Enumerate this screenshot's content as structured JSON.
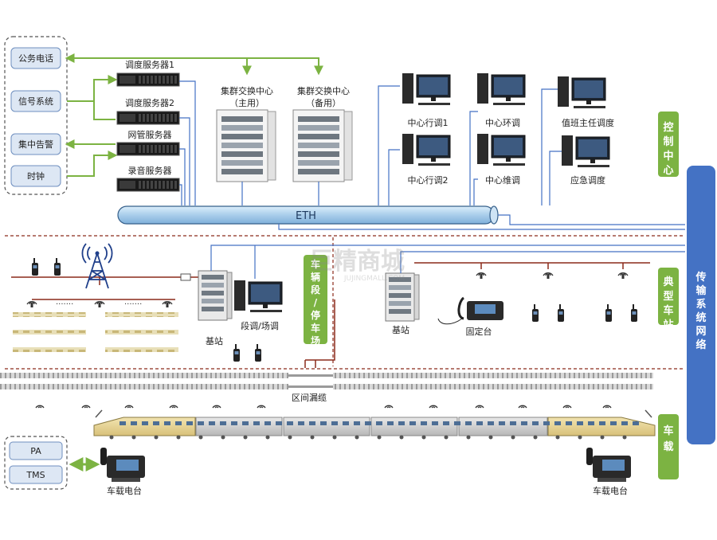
{
  "left_systems": [
    "公务电话",
    "信号系统",
    "集中告警",
    "时钟"
  ],
  "servers": [
    "调度服务器1",
    "调度服务器2",
    "网管服务器",
    "录音服务器"
  ],
  "switch_main": {
    "line1": "集群交换中心",
    "line2": "（主用）"
  },
  "switch_backup": {
    "line1": "集群交换中心",
    "line2": "（备用）"
  },
  "workstations": [
    "中心行调1",
    "中心环调",
    "值班主任调度",
    "中心行调2",
    "中心维调",
    "应急调度"
  ],
  "bus_label": "ETH",
  "zone_control": "控制中心",
  "zone_station": "典型车站",
  "zone_train": "车载",
  "transport_network": "传输系统网络",
  "depot_label": "车辆段/停车场",
  "base_station_left": "基站",
  "section_dispatch": "段调/场调",
  "base_station_right": "基站",
  "fixed_station": "固定台",
  "leaky_cable": "区间漏缆",
  "train_systems": [
    "PA",
    "TMS"
  ],
  "vehicle_radio_left": "车载电台",
  "vehicle_radio_right": "车载电台",
  "dots": "·······",
  "watermark": "巨精商城",
  "watermark_url": "JUJINGMALL.COM",
  "colors": {
    "green": "#7cb342",
    "blue": "#4472c4",
    "bus": "#b4d3ec",
    "red": "#8b2a1a"
  }
}
